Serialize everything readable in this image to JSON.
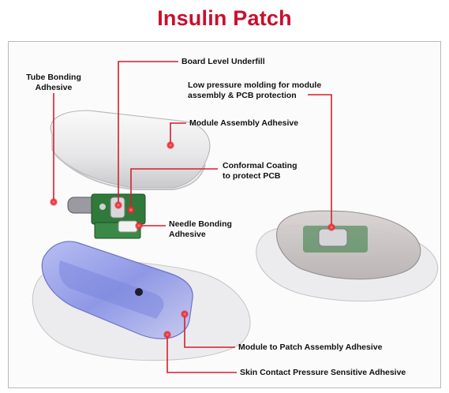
{
  "title": "Insulin Patch",
  "colors": {
    "title": "#c8102e",
    "callout": "#d41f2c",
    "dot": "#e8262e"
  },
  "labels": {
    "tube_bonding": [
      "Tube Bonding",
      "Adhesive"
    ],
    "board_level": "Board Level Underfill",
    "low_pressure": [
      "Low pressure molding for module",
      "assembly & PCB protection"
    ],
    "module_assembly": "Module Assembly Adhesive",
    "conformal": [
      "Conformal Coating",
      "to protect PCB"
    ],
    "needle": [
      "Needle Bonding",
      "Adhesive"
    ],
    "module_patch": "Module to Patch Assembly Adhesive",
    "skin_contact": "Skin Contact Pressure Sensitive Adhesive"
  }
}
